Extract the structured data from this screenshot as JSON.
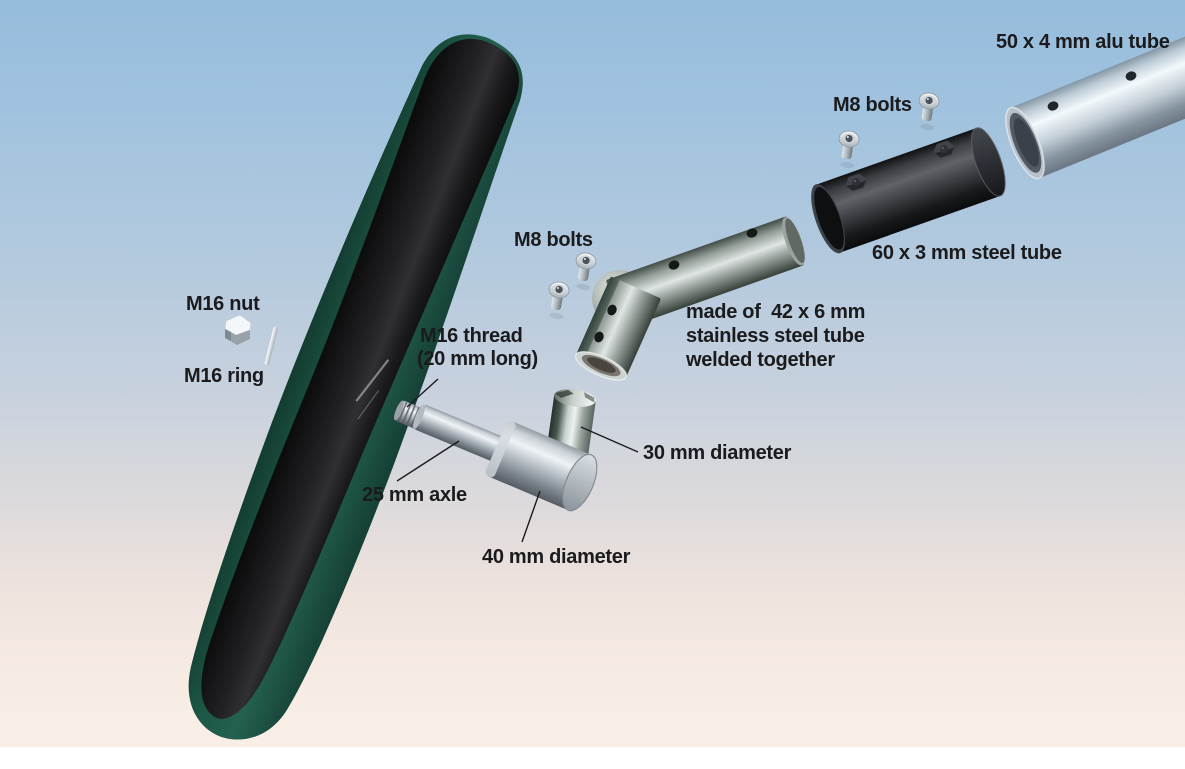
{
  "labels": {
    "alu_tube": "50 x 4 mm alu tube",
    "m8_bolts_top": "M8 bolts",
    "steel_tube": "60 x 3 mm steel tube",
    "made_of_1": "made of  42 x 6 mm",
    "made_of_2": "stainless steel tube",
    "made_of_3": "welded together",
    "m16_nut": "M16 nut",
    "m16_ring": "M16 ring",
    "m16_thread_1": "M16 thread",
    "m16_thread_2": "(20 mm long)",
    "m8_bolts_mid": "M8 bolts",
    "axle": "25 mm axle",
    "dia30": "30 mm diameter",
    "dia40": "40 mm diameter"
  },
  "colors": {
    "background_top": "#96bcdc",
    "background_bottom": "#f9efe7",
    "bottom_strip": "#ffffff",
    "label_text": "#1b1b1d",
    "blade_face": "#161617",
    "blade_edge_green": "#1e5c49",
    "metal_highlight": "#eef2f5",
    "steel_tube_dark": "#2a2c30",
    "leader_line": "#1c1c1e"
  }
}
